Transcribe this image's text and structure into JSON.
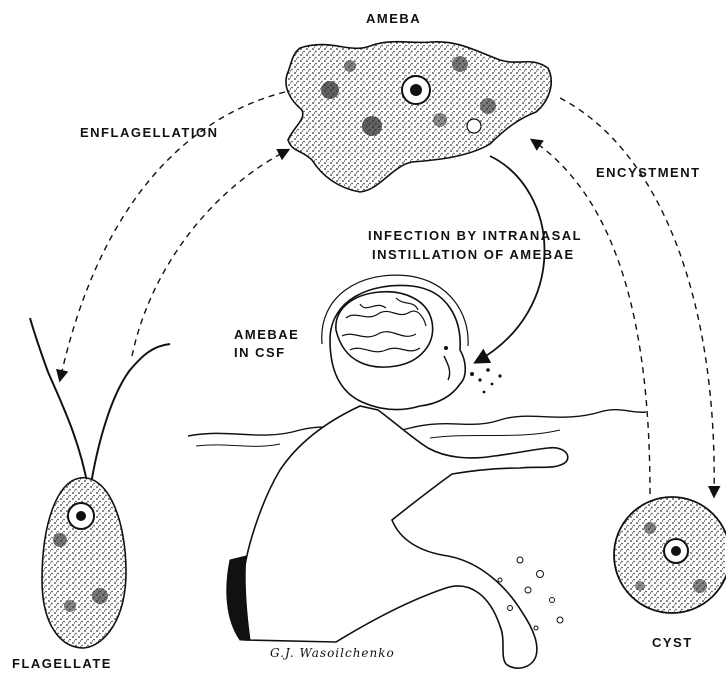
{
  "labels": {
    "ameba": "AMEBA",
    "enflagellation": "ENFLAGELLATION",
    "encystment": "ENCYSTMENT",
    "infection_line1": "INFECTION BY INTRANASAL",
    "infection_line2": "INSTILLATION OF AMEBAE",
    "csf_line1": "AMEBAE",
    "csf_line2": "IN CSF",
    "cyst": "CYST",
    "flagellate": "FLAGELLATE"
  },
  "signature": "G.J. Wasoilchenko",
  "colors": {
    "ink": "#111111",
    "stipple": "#333333",
    "paper": "#ffffff"
  }
}
